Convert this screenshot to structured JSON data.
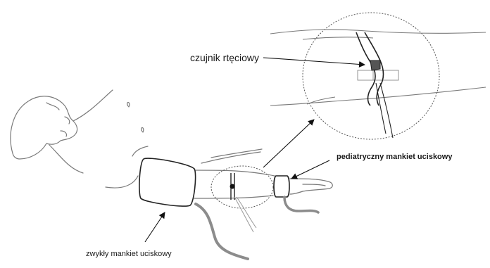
{
  "labels": {
    "sensor": "czujnik rtęciowy",
    "pediatric_cuff": "pediatryczny mankiet uciskowy",
    "standard_cuff": "zwykły mankiet uciskowy"
  },
  "colors": {
    "line": "#7a7a7a",
    "outline": "#222222",
    "hose": "#8c8c8c",
    "sensor_fill": "#555555"
  }
}
